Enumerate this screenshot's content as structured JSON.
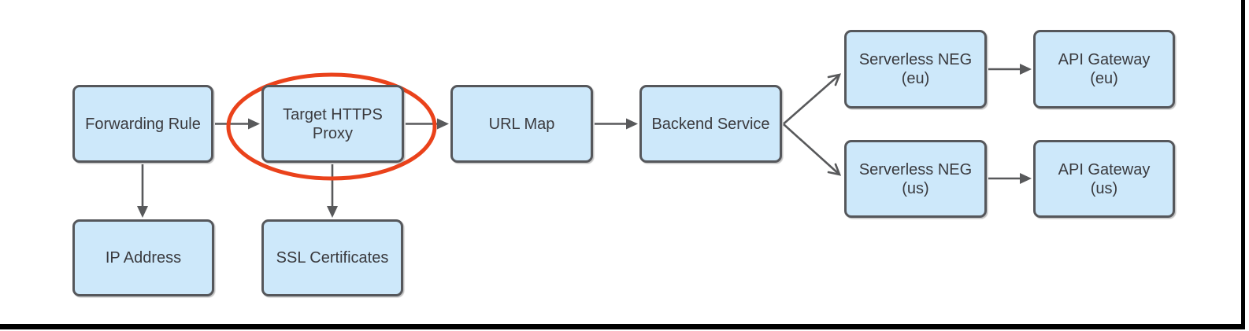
{
  "diagram": {
    "description": "HTTPS load balancer flow diagram with Target HTTPS Proxy highlighted",
    "nodes": [
      {
        "id": "forwarding-rule",
        "label": "Forwarding Rule"
      },
      {
        "id": "target-https-proxy",
        "label": "Target HTTPS\nProxy",
        "highlighted": true
      },
      {
        "id": "url-map",
        "label": "URL Map"
      },
      {
        "id": "backend-service",
        "label": "Backend Service"
      },
      {
        "id": "serverless-neg-eu",
        "label": "Serverless NEG\n(eu)"
      },
      {
        "id": "api-gateway-eu",
        "label": "API Gateway\n(eu)"
      },
      {
        "id": "serverless-neg-us",
        "label": "Serverless NEG\n(us)"
      },
      {
        "id": "api-gateway-us",
        "label": "API Gateway\n(us)"
      },
      {
        "id": "ip-address",
        "label": "IP Address"
      },
      {
        "id": "ssl-certificates",
        "label": "SSL Certificates"
      }
    ],
    "edges": [
      {
        "from": "Forwarding Rule",
        "to": "Target HTTPS Proxy",
        "arrowhead": "filled"
      },
      {
        "from": "Target HTTPS Proxy",
        "to": "URL Map",
        "arrowhead": "filled"
      },
      {
        "from": "URL Map",
        "to": "Backend Service",
        "arrowhead": "filled"
      },
      {
        "from": "Backend Service",
        "to": "Serverless NEG (eu)",
        "arrowhead": "open"
      },
      {
        "from": "Backend Service",
        "to": "Serverless NEG (us)",
        "arrowhead": "open"
      },
      {
        "from": "Serverless NEG (eu)",
        "to": "API Gateway (eu)",
        "arrowhead": "filled"
      },
      {
        "from": "Serverless NEG (us)",
        "to": "API Gateway (us)",
        "arrowhead": "filled"
      },
      {
        "from": "Forwarding Rule",
        "to": "IP Address",
        "arrowhead": "filled"
      },
      {
        "from": "Target HTTPS Proxy",
        "to": "SSL Certificates",
        "arrowhead": "filled"
      }
    ],
    "annotation": {
      "type": "ellipse-highlight",
      "target": "Target HTTPS Proxy",
      "color": "#ea421b"
    },
    "colors": {
      "node_fill": "#cde8fa",
      "node_border": "#55575b",
      "arrow": "#58595b",
      "text": "#3a3a3e",
      "highlight": "#ea421b",
      "frame": "#000000"
    }
  }
}
